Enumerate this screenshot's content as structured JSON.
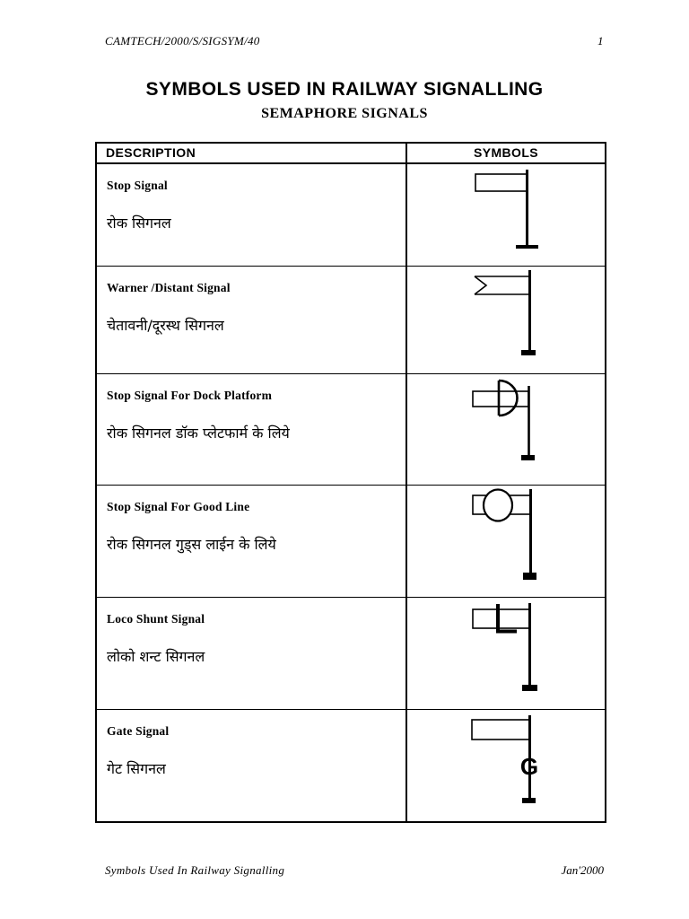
{
  "page": {
    "header": {
      "doc_ref": "CAMTECH/2000/S/SIGSYM/40",
      "page_number": "1"
    },
    "title": "SYMBOLS USED IN RAILWAY SIGNALLING",
    "subtitle": "SEMAPHORE SIGNALS",
    "footer": {
      "left": "Symbols Used In Railway Signalling",
      "right": "Jan'2000"
    }
  },
  "table": {
    "headers": [
      "DESCRIPTION",
      "SYMBOLS"
    ],
    "rows": [
      {
        "name_en": "Stop Signal",
        "name_hi": "रोक सिगनल",
        "symbol": "semaphore-square-arm-on-post"
      },
      {
        "name_en": "Warner /Distant Signal",
        "name_hi": "चेतावनी/दूरस्थ सिगनल",
        "symbol": "semaphore-fishtail-arm-on-post"
      },
      {
        "name_en": "Stop Signal For Dock Platform",
        "name_hi": "रोक सिगनल डॉक प्लेटफार्म के लिये",
        "symbol": "square-arm-with-d-marker"
      },
      {
        "name_en": "Stop Signal For Good Line",
        "name_hi": "रोक सिगनल गुड्स लाईन के लिये",
        "symbol": "square-arm-with-ring"
      },
      {
        "name_en": "Loco Shunt Signal",
        "name_hi": "लोको शन्ट सिगनल",
        "symbol": "square-arm-with-l-marker"
      },
      {
        "name_en": "Gate Signal",
        "name_hi": "गेट सिगनल",
        "symbol": "post-with-g-marker",
        "symbol_letter": "G"
      }
    ]
  },
  "colors": {
    "ink": "#000000",
    "paper": "#ffffff"
  }
}
